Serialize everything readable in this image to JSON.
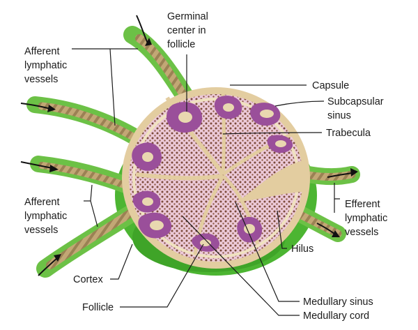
{
  "labels": {
    "germinal_center": [
      "Germinal",
      "center in",
      "follicle"
    ],
    "afferent_top": [
      "Afferent",
      "lymphatic",
      "vessels"
    ],
    "afferent_bottom": [
      "Afferent",
      "lymphatic",
      "vessels"
    ],
    "capsule": "Capsule",
    "subcapsular_sinus": [
      "Subcapsular",
      "sinus"
    ],
    "trabecula": "Trabecula",
    "efferent": [
      "Efferent",
      "lymphatic",
      "vessels"
    ],
    "hilus": "Hilus",
    "cortex": "Cortex",
    "follicle": "Follicle",
    "medullary_sinus": "Medullary sinus",
    "medullary_cord": "Medullary cord"
  },
  "colors": {
    "outer_green": "#4cb532",
    "light_green": "#8fd06a",
    "capsule_tan": "#e3cda0",
    "tissue_pink": "#ecc9d8",
    "dots_brown": "#7b4a3a",
    "follicle_purple": "#9a4f9a",
    "germinal_light": "#e9d8b0",
    "vessel_tan": "#b9a070"
  }
}
